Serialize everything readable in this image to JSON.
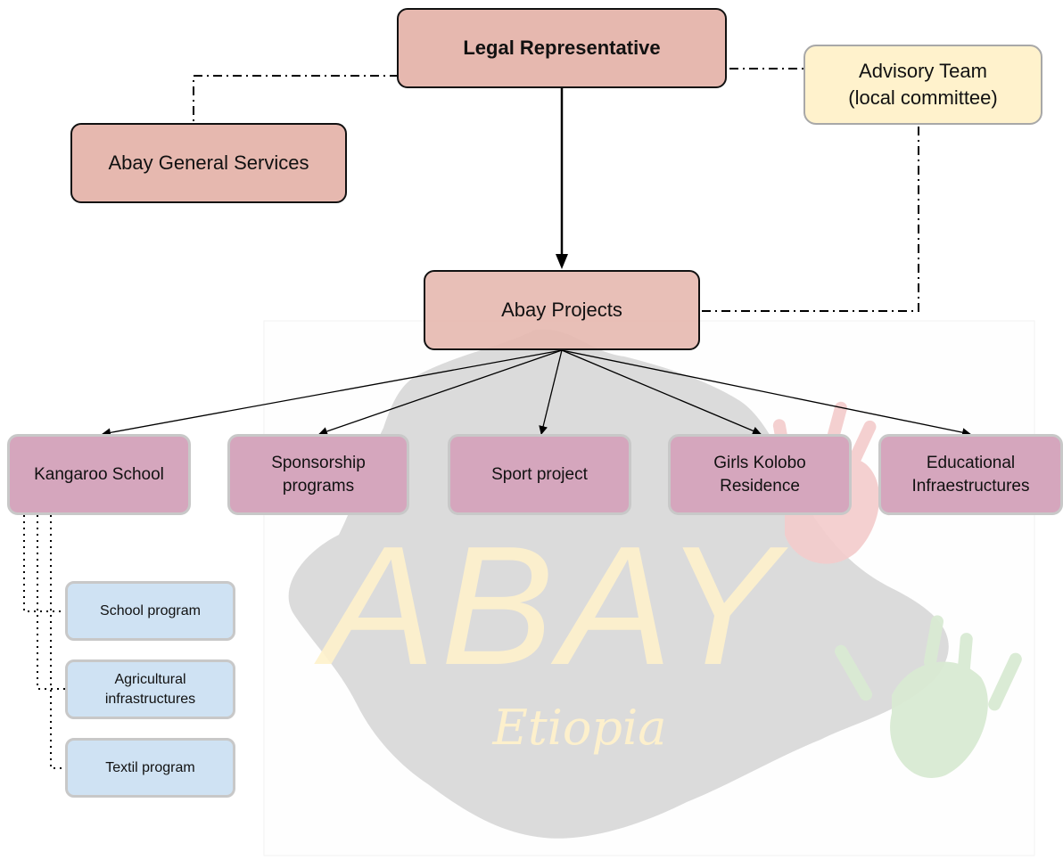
{
  "nodes": {
    "legal_representative": "Legal Representative",
    "advisory_team": "Advisory Team\n(local committee)",
    "abay_general_services": "Abay General Services",
    "abay_projects": "Abay Projects",
    "projects": [
      "Kangaroo School",
      "Sponsorship\nprograms",
      "Sport project",
      "Girls Kolobo\nResidence",
      "Educational\nInfraestructures"
    ],
    "kangaroo_subprograms": [
      "School program",
      "Agricultural\ninfrastructures",
      "Textil program"
    ]
  },
  "watermark": {
    "title": "ABAY",
    "subtitle": "Etiopia"
  },
  "colors": {
    "top_node_fill": "#e6b8af",
    "advisory_fill": "#fff2cc",
    "project_fill": "#d5a6bd",
    "subprogram_fill": "#cfe2f3",
    "watermark_map": "#d9d9d9",
    "watermark_text": "#fff2cc"
  }
}
